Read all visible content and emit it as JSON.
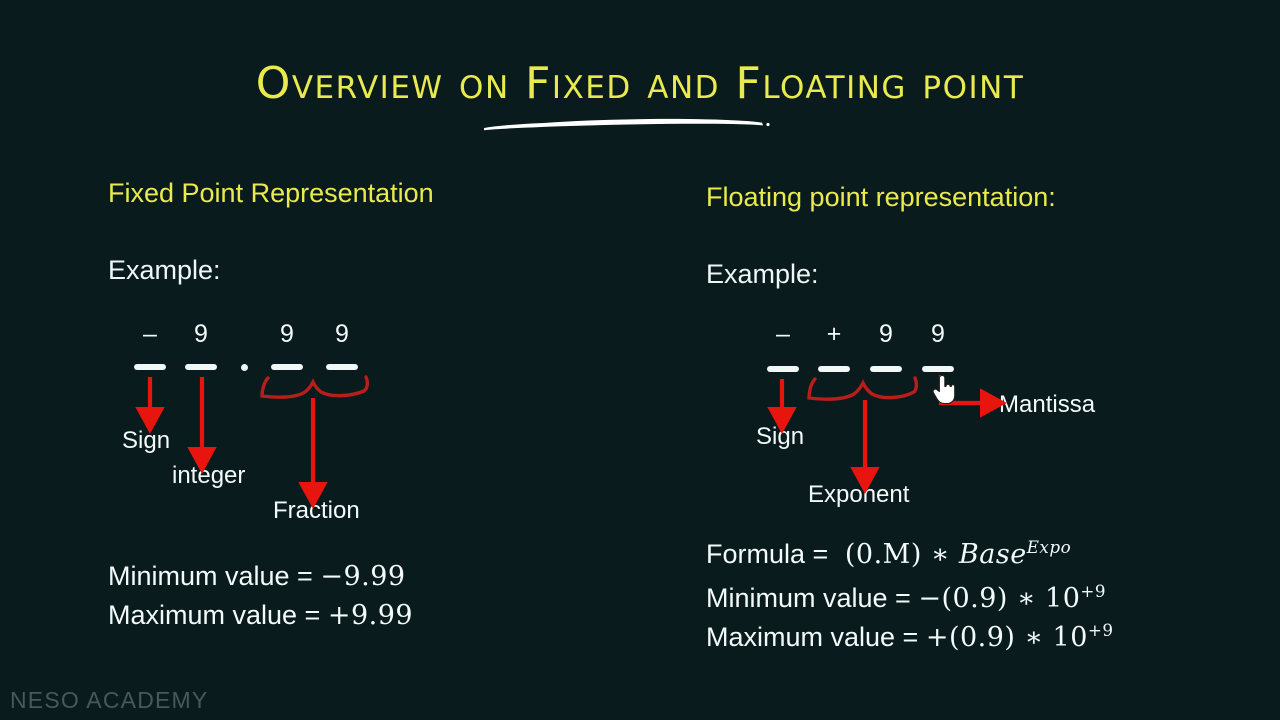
{
  "slide": {
    "title": "Overview on Fixed and Floating point",
    "background_color": "#0a1b1d",
    "accent_color": "#e9ea4e",
    "text_color": "#f2fafa",
    "arrow_color": "#e8150e",
    "watermark": "NESO ACADEMY"
  },
  "left_column": {
    "heading": "Fixed Point Representation",
    "example_label": "Example:",
    "slots": [
      {
        "char": "–"
      },
      {
        "char": "9"
      },
      {
        "char": "9"
      },
      {
        "char": "9"
      }
    ],
    "radix_point": ".",
    "callouts": [
      {
        "label": "Sign"
      },
      {
        "label": "integer"
      },
      {
        "label": "Fraction"
      }
    ],
    "values": [
      {
        "label": "Minimum value = ",
        "value": "−9.99"
      },
      {
        "label": "Maximum value = ",
        "value": "+9.99"
      }
    ]
  },
  "right_column": {
    "heading": "Floating point representation:",
    "example_label": "Example:",
    "slots": [
      {
        "char": "–"
      },
      {
        "char": "+"
      },
      {
        "char": "9"
      },
      {
        "char": "9"
      }
    ],
    "callouts": [
      {
        "label": "Sign"
      },
      {
        "label": "Exponent"
      },
      {
        "label": "Mantissa"
      }
    ],
    "formula": {
      "label": "Formula = ",
      "mantissa": "(0.M)",
      "operator": "∗",
      "base": "Base",
      "exponent": "Expo"
    },
    "values": [
      {
        "label": "Minimum value  = ",
        "sign": "−",
        "mantissa": "(0.9)",
        "operator": "∗",
        "base": "10",
        "exponent": "+9"
      },
      {
        "label": "Maximum value  = ",
        "sign": "+",
        "mantissa": "(0.9)",
        "operator": "∗",
        "base": "10",
        "exponent": "+9"
      }
    ]
  }
}
